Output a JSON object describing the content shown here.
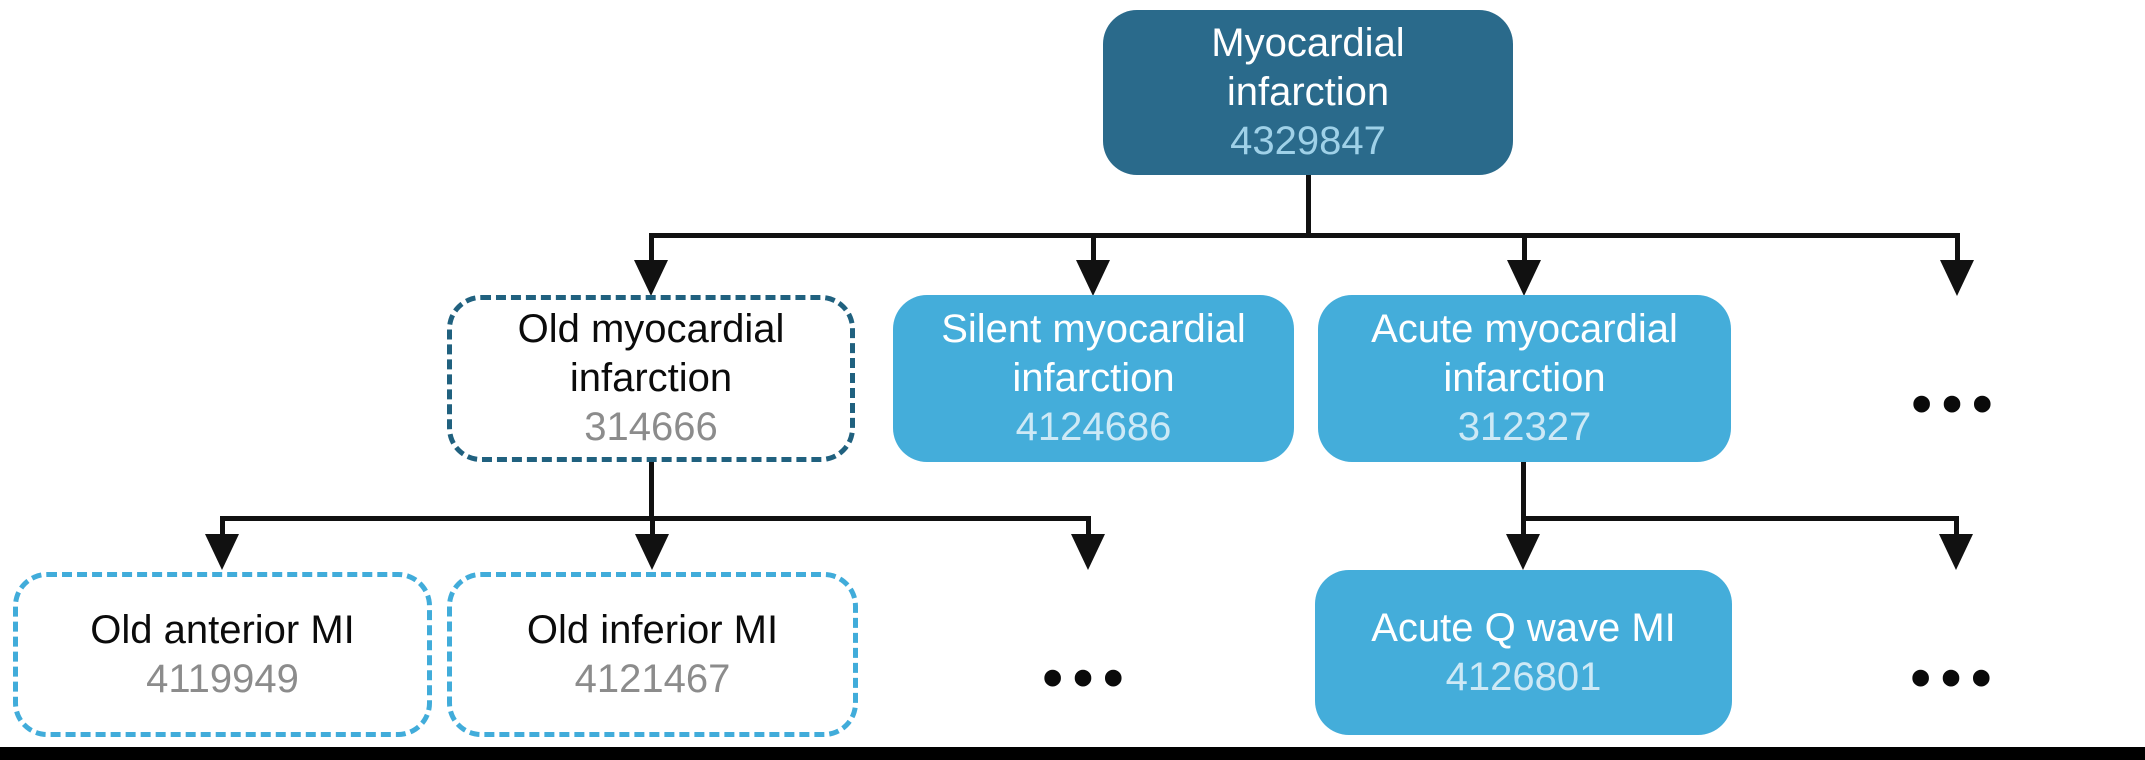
{
  "palette": {
    "node_dark": "#2A6A8B",
    "node_light": "#44ADDA",
    "border_dashed_dark": "#20617F",
    "border_dashed_light": "#41ACDA",
    "code_on_dark": "#9FD1E8",
    "code_on_light": "#CDE9F6",
    "code_gray": "#8C8C8C",
    "line_black": "#111111",
    "bar_black": "#000000"
  },
  "nodes": {
    "root": {
      "label": "Myocardial infarction",
      "code": "4329847"
    },
    "old_mi": {
      "label": "Old myocardial infarction",
      "code": "314666"
    },
    "silent_mi": {
      "label": "Silent myocardial infarction",
      "code": "4124686"
    },
    "acute_mi": {
      "label": "Acute myocardial infarction",
      "code": "312327"
    },
    "old_anterior": {
      "label": "Old anterior MI",
      "code": "4119949"
    },
    "old_inferior": {
      "label": "Old inferior MI",
      "code": "4121467"
    },
    "acute_q_wave": {
      "label": "Acute Q wave MI",
      "code": "4126801"
    },
    "ellipsis": "•••"
  }
}
